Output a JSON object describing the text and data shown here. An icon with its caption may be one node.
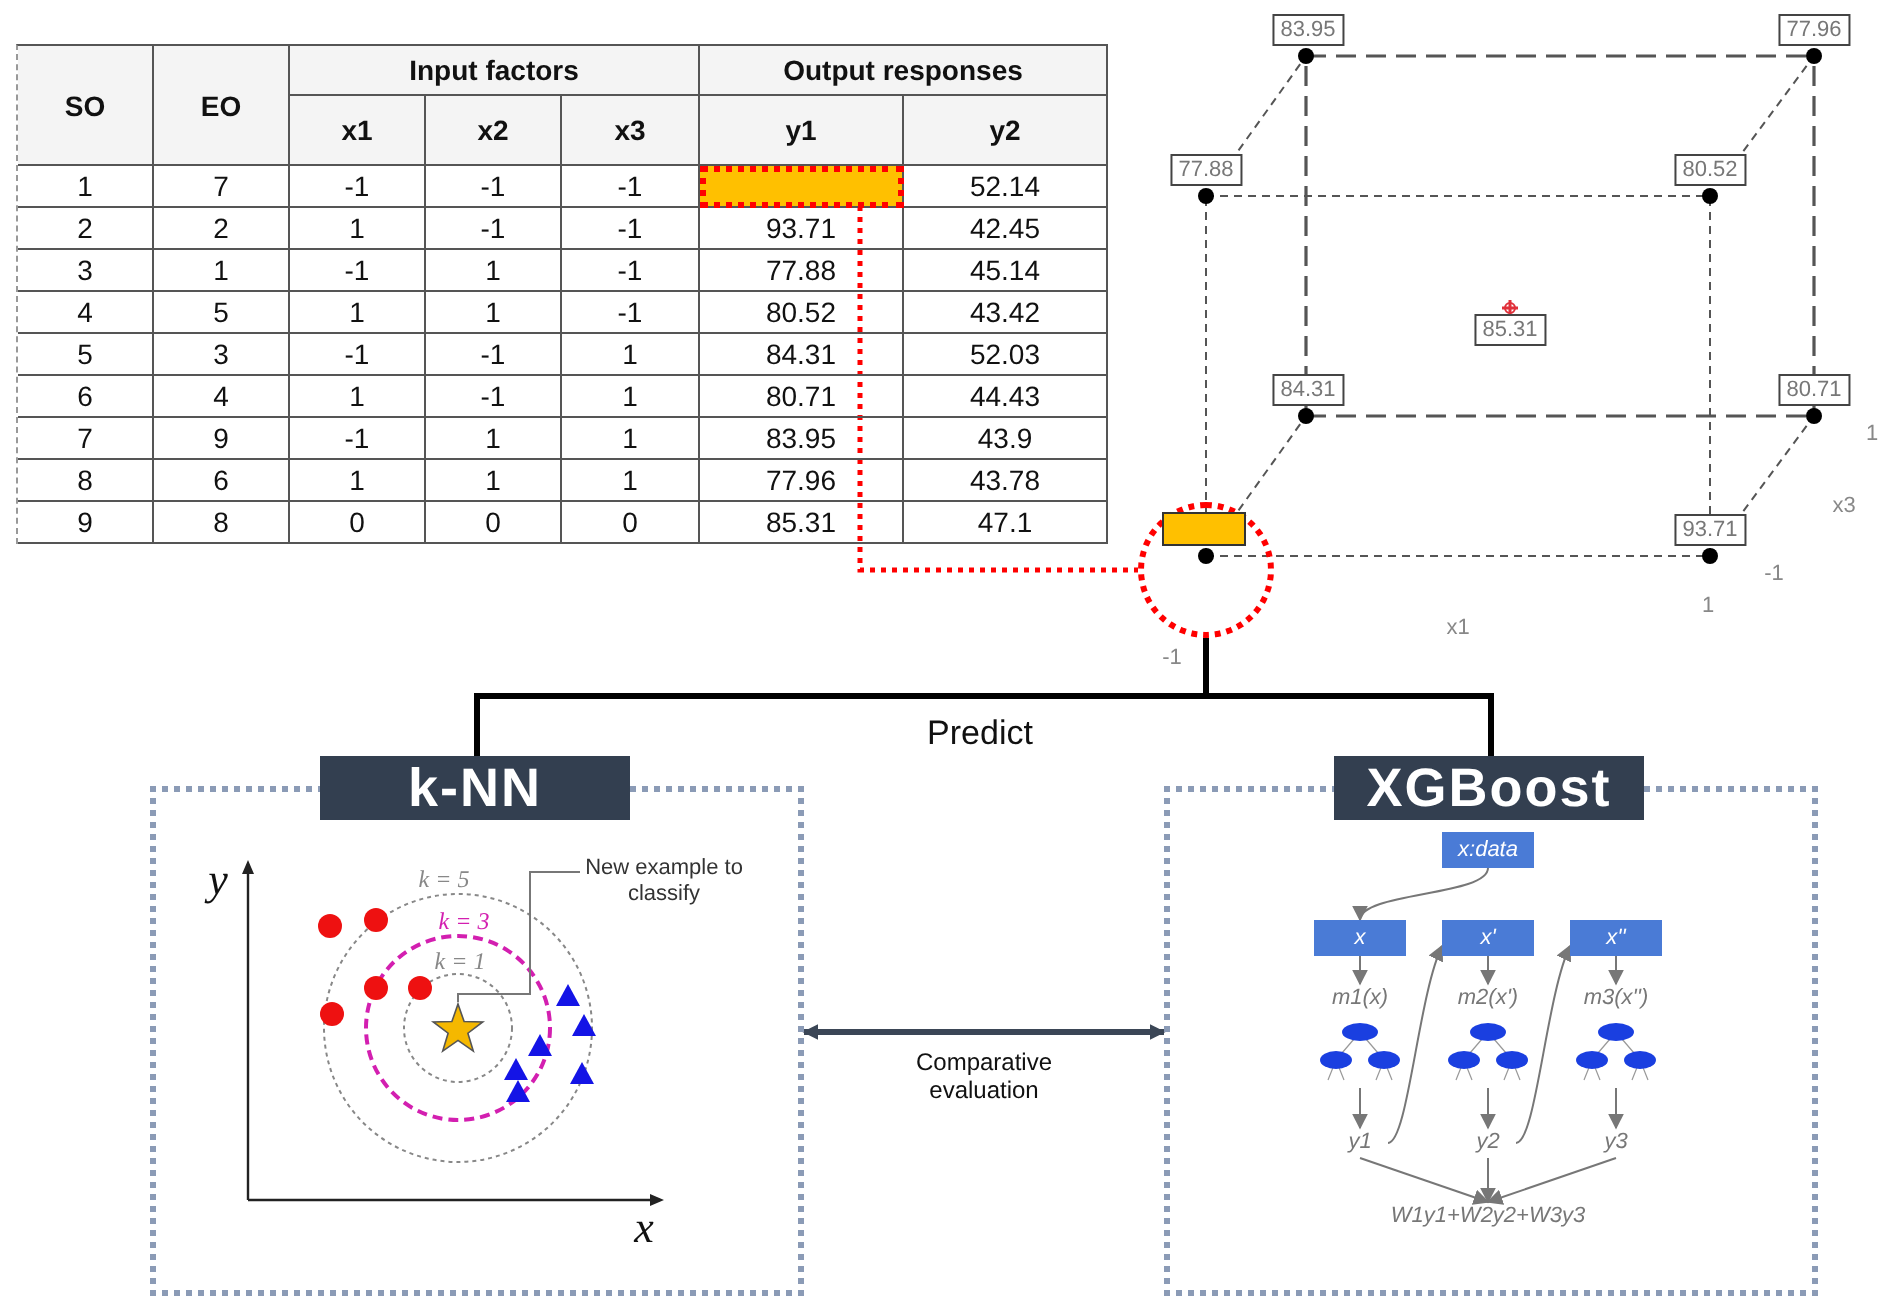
{
  "diagram": {
    "nodes": [
      {
        "text": [],
        "shape": "box"
      },
      {
        "text": [],
        "shape": "circle"
      },
      {
        "text": [
          "k-NN"
        ]
      },
      {
        "text": [
          "XGBoost"
        ]
      },
      {
        "text": [
          "New example to classify"
        ],
        "in": 2
      },
      {
        "text": [],
        "shape": "star",
        "in": 2
      },
      {
        "text": [
          "x:data"
        ],
        "in": 3
      },
      {
        "text": [
          "x"
        ],
        "in": 3
      },
      {
        "text": [
          "x'"
        ],
        "in": 3
      },
      {
        "text": [
          "x''"
        ],
        "in": 3
      },
      {
        "text": [
          "m1(x)"
        ],
        "in": 3
      },
      {
        "text": [
          "m2(x')"
        ],
        "in": 3
      },
      {
        "text": [
          "m3(x'')"
        ],
        "in": 3
      },
      {
        "text": [],
        "shape": "tree",
        "in": 3
      },
      {
        "text": [],
        "shape": "tree",
        "in": 3
      },
      {
        "text": [],
        "shape": "tree",
        "in": 3
      },
      {
        "text": [
          "y1"
        ],
        "in": 3
      },
      {
        "text": [
          "y2"
        ],
        "in": 3
      },
      {
        "text": [
          "y3"
        ],
        "in": 3
      },
      {
        "text": [
          "W1y1+W2y2+W3y3"
        ],
        "in": 3
      }
    ],
    "edges": [
      {
        "from": 0,
        "to": 1,
        "arrow": "none",
        "style": "dashed",
        "color": "#ff0000"
      },
      {
        "from": 1,
        "to": 2,
        "arrow": "none",
        "style": "thick",
        "color": "#000000"
      },
      {
        "from": 1,
        "to": 3,
        "arrow": "none",
        "style": "thick",
        "color": "#000000"
      },
      {
        "from": 4,
        "to": 5,
        "arrow": "none"
      },
      {
        "from": 6,
        "to": 7,
        "arrow": "to"
      },
      {
        "from": 7,
        "to": 10,
        "arrow": "to"
      },
      {
        "from": 13,
        "to": 16,
        "arrow": "to"
      },
      {
        "from": 16,
        "to": 8,
        "arrow": "to"
      },
      {
        "from": 8,
        "to": 11,
        "arrow": "to"
      },
      {
        "from": 14,
        "to": 17,
        "arrow": "to"
      },
      {
        "from": 17,
        "to": 9,
        "arrow": "to"
      },
      {
        "from": 9,
        "to": 12,
        "arrow": "to"
      },
      {
        "from": 15,
        "to": 18,
        "arrow": "to"
      },
      {
        "from": 16,
        "to": 19,
        "arrow": "to"
      },
      {
        "from": 17,
        "to": 19,
        "arrow": "to"
      },
      {
        "from": 18,
        "to": 19,
        "arrow": "to"
      },
      {
        "from": 2,
        "to": 3,
        "arrow": "both",
        "label": "Comparative evaluation",
        "style": "thick",
        "color": "#3b4656"
      }
    ],
    "labels": [
      "SO",
      "EO",
      "Input factors",
      "Output responses",
      "x1",
      "x2",
      "x3",
      "y1",
      "y2",
      "1",
      "7",
      "-1",
      "-1",
      "-1",
      "52.14",
      "2",
      "2",
      "1",
      "-1",
      "-1",
      "93.71",
      "42.45",
      "3",
      "1",
      "-1",
      "1",
      "-1",
      "77.88",
      "45.14",
      "4",
      "5",
      "1",
      "1",
      "-1",
      "80.52",
      "43.42",
      "5",
      "3",
      "-1",
      "-1",
      "1",
      "84.31",
      "52.03",
      "6",
      "4",
      "1",
      "-1",
      "1",
      "80.71",
      "44.43",
      "7",
      "9",
      "-1",
      "1",
      "1",
      "83.95",
      "43.9",
      "8",
      "6",
      "1",
      "1",
      "1",
      "77.96",
      "43.78",
      "9",
      "8",
      "0",
      "0",
      "0",
      "85.31",
      "47.1",
      "83.95",
      "77.96",
      "77.88",
      "80.52",
      "85.31",
      "84.31",
      "80.71",
      "93.71",
      "1",
      "x3",
      "-1",
      "-1",
      "1",
      "x1",
      "Predict",
      "y",
      "k = 5",
      "k = 3",
      "k = 1",
      "x"
    ]
  }
}
